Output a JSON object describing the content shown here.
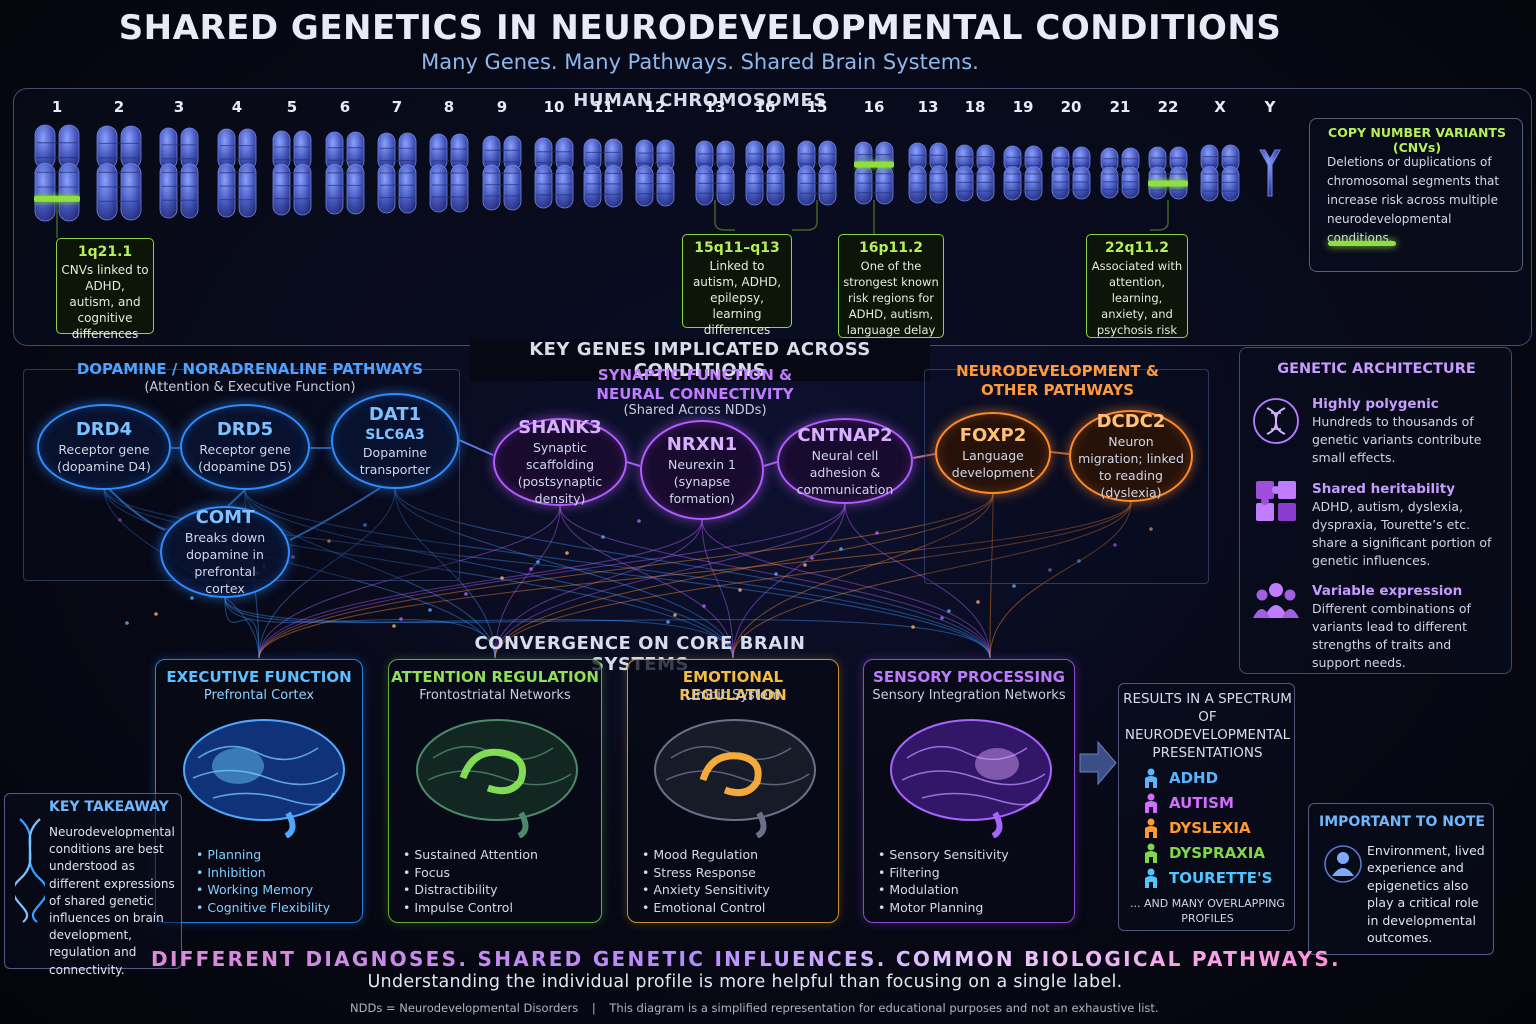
{
  "header": {
    "title": "SHARED GENETICS IN NEURODEVELOPMENTAL CONDITIONS",
    "subtitle": "Many Genes. Many Pathways. Shared Brain Systems."
  },
  "chromosomes": {
    "title": "HUMAN CHROMOSOMES",
    "labels": [
      "1",
      "2",
      "3",
      "4",
      "5",
      "6",
      "7",
      "8",
      "9",
      "10",
      "11",
      "12",
      "13",
      "16",
      "15",
      "16",
      "13",
      "18",
      "19",
      "20",
      "21",
      "22",
      "X",
      "Y"
    ],
    "highlight_color": "#8fe03c",
    "cnv_regions": [
      {
        "name": "1q21.1",
        "text": "CNVs linked to ADHD, autism, and cognitive differences"
      },
      {
        "name": "15q11–q13",
        "text": "Linked to autism, ADHD, epilepsy, learning differences"
      },
      {
        "name": "16p11.2",
        "text": "One of the strongest known risk regions for ADHD, autism, language delay"
      },
      {
        "name": "22q11.2",
        "text": "Associated with attention, learning, anxiety, and psychosis risk"
      }
    ]
  },
  "cnv_legend": {
    "title": "COPY NUMBER VARIANTS (CNVs)",
    "text": "Deletions or duplications of chromosomal segments that increase risk across multiple neurodevelopmental conditions."
  },
  "genes_section": {
    "title": "KEY GENES IMPLICATED ACROSS CONDITIONS",
    "groups": [
      {
        "title": "DOPAMINE / NORADRENALINE PATHWAYS",
        "subtitle": "(Attention & Executive Function)",
        "color": "#3d95ff"
      },
      {
        "title": "SYNAPTIC FUNCTION & NEURAL CONNECTIVITY",
        "subtitle": "(Shared Across NDDs)",
        "color": "#b764ff"
      },
      {
        "title": "NEURODEVELOPMENT & OTHER PATHWAYS",
        "subtitle": "",
        "color": "#ff8f2e"
      }
    ],
    "genes": [
      {
        "name": "DRD4",
        "sub": "",
        "desc": "Receptor gene (dopamine D4)"
      },
      {
        "name": "DRD5",
        "sub": "",
        "desc": "Receptor gene (dopamine D5)"
      },
      {
        "name": "DAT1",
        "sub": "SLC6A3",
        "desc": "Dopamine transporter"
      },
      {
        "name": "COMT",
        "sub": "",
        "desc": "Breaks down dopamine in prefrontal cortex"
      },
      {
        "name": "SHANK3",
        "sub": "",
        "desc": "Synaptic scaffolding (postsynaptic density)"
      },
      {
        "name": "NRXN1",
        "sub": "",
        "desc": "Neurexin 1 (synapse formation)"
      },
      {
        "name": "CNTNAP2",
        "sub": "",
        "desc": "Neural cell adhesion & communication"
      },
      {
        "name": "FOXP2",
        "sub": "",
        "desc": "Language development"
      },
      {
        "name": "DCDC2",
        "sub": "",
        "desc": "Neuron migration; linked to reading (dyslexia)"
      }
    ]
  },
  "architecture": {
    "title": "GENETIC ARCHITECTURE",
    "items": [
      {
        "title": "Highly polygenic",
        "text": "Hundreds to thousands of genetic variants contribute small effects."
      },
      {
        "title": "Shared heritability",
        "text": "ADHD, autism, dyslexia, dyspraxia, Tourette’s etc. share a significant portion of genetic influences."
      },
      {
        "title": "Variable expression",
        "text": "Different combinations of variants lead to different strengths of traits and support needs."
      }
    ]
  },
  "convergence": {
    "title": "CONVERGENCE ON CORE BRAIN SYSTEMS",
    "systems": [
      {
        "title": "EXECUTIVE FUNCTION",
        "subtitle": "Prefrontal Cortex",
        "color": "#4fb3ff",
        "items": [
          "Planning",
          "Inhibition",
          "Working Memory",
          "Cognitive Flexibility"
        ]
      },
      {
        "title": "ATTENTION REGULATION",
        "subtitle": "Frontostriatal Networks",
        "color": "#7cd84a",
        "items": [
          "Sustained Attention",
          "Focus",
          "Distractibility",
          "Impulse Control"
        ]
      },
      {
        "title": "EMOTIONAL REGULATION",
        "subtitle": "Limbic System",
        "color": "#f0b23a",
        "items": [
          "Mood Regulation",
          "Stress Response",
          "Anxiety Sensitivity",
          "Emotional Control"
        ]
      },
      {
        "title": "SENSORY PROCESSING",
        "subtitle": "Sensory Integration Networks",
        "color": "#b06cff",
        "items": [
          "Sensory Sensitivity",
          "Filtering",
          "Modulation",
          "Motor Planning"
        ]
      }
    ]
  },
  "results": {
    "title": "RESULTS IN A SPECTRUM OF NEURODEVELOPMENTAL PRESENTATIONS",
    "items": [
      {
        "label": "ADHD",
        "color": "#5ab4ff"
      },
      {
        "label": "AUTISM",
        "color": "#d36cff"
      },
      {
        "label": "DYSLEXIA",
        "color": "#ff9a32"
      },
      {
        "label": "DYSPRAXIA",
        "color": "#7fd84a"
      },
      {
        "label": "TOURETTE'S",
        "color": "#4fc6ff"
      }
    ],
    "more": "... AND MANY OVERLAPPING PROFILES"
  },
  "key_takeaway": {
    "title": "KEY TAKEAWAY",
    "text": "Neurodevelopmental conditions are best understood as different expressions of shared genetic influences on brain development, regulation and connectivity."
  },
  "important_note": {
    "title": "IMPORTANT TO NOTE",
    "text": "Environment, lived experience and epigenetics also play a critical role in developmental outcomes."
  },
  "footer": {
    "tagline": "DIFFERENT DIAGNOSES. SHARED GENETIC INFLUENCES. COMMON BIOLOGICAL PATHWAYS.",
    "message": "Understanding the individual profile is more helpful than focusing on a single label.",
    "abbrev": "NDDs = Neurodevelopmental Disorders",
    "separator": "|",
    "disclaimer": "This diagram is a simplified representation for educational purposes and not an exhaustive list."
  }
}
